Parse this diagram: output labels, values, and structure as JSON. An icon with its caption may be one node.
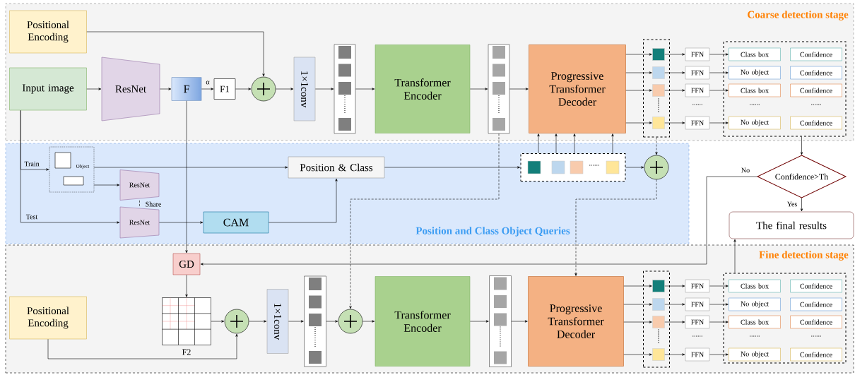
{
  "diagram": {
    "nodes": [
      {
        "text": [
          "Coarse detection stage"
        ]
      },
      {
        "text": [
          "Positional Encoding"
        ],
        "in": 0
      },
      {
        "text": [
          "Input image"
        ],
        "in": 0
      },
      {
        "text": [
          "ResNet"
        ],
        "in": 0
      },
      {
        "text": [
          "F"
        ],
        "in": 0
      },
      {
        "text": [
          "F1"
        ],
        "in": 0
      },
      {
        "text": [],
        "shape": "circle",
        "in": 0
      },
      {
        "text": [
          "1×1conv"
        ],
        "in": 0
      },
      {
        "text": [],
        "shape": "box",
        "in": 0
      },
      {
        "text": [
          "Transformer Encoder"
        ],
        "in": 0
      },
      {
        "text": [],
        "shape": "box",
        "in": 0
      },
      {
        "text": [
          "Progressive Transformer Decoder"
        ],
        "in": 0
      },
      {
        "text": [],
        "shape": "box",
        "in": 0
      },
      {
        "text": [],
        "shape": "box",
        "in": 12
      },
      {
        "text": [],
        "shape": "box",
        "in": 12
      },
      {
        "text": [],
        "shape": "box",
        "in": 12
      },
      {
        "text": [],
        "shape": "box",
        "in": 12
      },
      {
        "text": [
          "FFN"
        ],
        "in": 0
      },
      {
        "text": [
          "FFN"
        ],
        "in": 0
      },
      {
        "text": [
          "FFN"
        ],
        "in": 0
      },
      {
        "text": [
          "FFN"
        ],
        "in": 0
      },
      {
        "text": [],
        "shape": "box",
        "in": 0
      },
      {
        "text": [
          "Class box"
        ],
        "in": 21
      },
      {
        "text": [
          "Confidence"
        ],
        "in": 21
      },
      {
        "text": [
          "No object"
        ],
        "in": 21
      },
      {
        "text": [
          "Confidence"
        ],
        "in": 21
      },
      {
        "text": [
          "Class box"
        ],
        "in": 21
      },
      {
        "text": [
          "Confidence"
        ],
        "in": 21
      },
      {
        "text": [
          "No object"
        ],
        "in": 21
      },
      {
        "text": [
          "Confidence"
        ],
        "in": 21
      },
      {
        "text": [
          "Position and Class Object Queries"
        ]
      },
      {
        "text": [
          "Object"
        ],
        "in": 30
      },
      {
        "text": [
          "ResNet"
        ],
        "in": 30
      },
      {
        "text": [
          "ResNet"
        ],
        "in": 30
      },
      {
        "text": [
          "CAM"
        ],
        "in": 30
      },
      {
        "text": [
          "Position & Class"
        ],
        "in": 30
      },
      {
        "text": [],
        "shape": "box",
        "in": 30
      },
      {
        "text": [],
        "shape": "box",
        "in": 36
      },
      {
        "text": [],
        "shape": "box",
        "in": 36
      },
      {
        "text": [],
        "shape": "box",
        "in": 36
      },
      {
        "text": [],
        "shape": "box",
        "in": 36
      },
      {
        "text": [],
        "shape": "circle",
        "in": 30
      },
      {
        "text": [
          "Confidence>Th"
        ]
      },
      {
        "text": [
          "The final results"
        ]
      },
      {
        "text": [
          "Fine detection stage"
        ]
      },
      {
        "text": [
          "GD"
        ],
        "in": 44
      },
      {
        "text": [
          "Positional Encoding"
        ],
        "in": 44
      },
      {
        "text": [],
        "shape": "box",
        "in": 44,
        "beside": [
          "F2"
        ]
      },
      {
        "text": [],
        "shape": "circle",
        "in": 44
      },
      {
        "text": [
          "1×1conv"
        ],
        "in": 44
      },
      {
        "text": [],
        "shape": "box",
        "in": 44
      },
      {
        "text": [],
        "shape": "circle",
        "in": 44
      },
      {
        "text": [
          "Transformer Encoder"
        ],
        "in": 44
      },
      {
        "text": [],
        "shape": "box",
        "in": 44
      },
      {
        "text": [
          "Progressive Transformer Decoder"
        ],
        "in": 44
      },
      {
        "text": [],
        "shape": "box",
        "in": 44
      },
      {
        "text": [],
        "shape": "box",
        "in": 55
      },
      {
        "text": [],
        "shape": "box",
        "in": 55
      },
      {
        "text": [],
        "shape": "box",
        "in": 55
      },
      {
        "text": [],
        "shape": "box",
        "in": 55
      },
      {
        "text": [
          "FFN"
        ],
        "in": 44
      },
      {
        "text": [
          "FFN"
        ],
        "in": 44
      },
      {
        "text": [
          "FFN"
        ],
        "in": 44
      },
      {
        "text": [
          "FFN"
        ],
        "in": 44
      },
      {
        "text": [],
        "shape": "box",
        "in": 44
      },
      {
        "text": [
          "Class box"
        ],
        "in": 64
      },
      {
        "text": [
          "Confidence"
        ],
        "in": 64
      },
      {
        "text": [
          "No object"
        ],
        "in": 64
      },
      {
        "text": [
          "Confidence"
        ],
        "in": 64
      },
      {
        "text": [
          "Class box"
        ],
        "in": 64
      },
      {
        "text": [
          "Confidence"
        ],
        "in": 64
      },
      {
        "text": [
          "No object"
        ],
        "in": 64
      },
      {
        "text": [
          "Confidence"
        ],
        "in": 64
      }
    ],
    "edges": [
      {
        "from": 1,
        "to": 6,
        "arrow": "to"
      },
      {
        "from": 2,
        "to": 3,
        "arrow": "to"
      },
      {
        "from": 3,
        "to": 4,
        "arrow": "to"
      },
      {
        "from": 4,
        "to": 5,
        "arrow": "to",
        "label": "α"
      },
      {
        "from": 5,
        "to": 6,
        "arrow": "to"
      },
      {
        "from": 6,
        "to": 7,
        "arrow": "to"
      },
      {
        "from": 7,
        "to": 8,
        "arrow": "to"
      },
      {
        "from": 8,
        "to": 9,
        "arrow": "to"
      },
      {
        "from": 9,
        "to": 10,
        "arrow": "to"
      },
      {
        "from": 10,
        "to": 11,
        "arrow": "to"
      },
      {
        "from": 11,
        "to": 13,
        "arrow": "to"
      },
      {
        "from": 11,
        "to": 14,
        "arrow": "to"
      },
      {
        "from": 11,
        "to": 15,
        "arrow": "to"
      },
      {
        "from": 11,
        "to": 16,
        "arrow": "to"
      },
      {
        "from": 13,
        "to": 17,
        "arrow": "to"
      },
      {
        "from": 14,
        "to": 18,
        "arrow": "to"
      },
      {
        "from": 15,
        "to": 19,
        "arrow": "to"
      },
      {
        "from": 16,
        "to": 20,
        "arrow": "to"
      },
      {
        "from": 17,
        "to": 22,
        "arrow": "to"
      },
      {
        "from": 18,
        "to": 24,
        "arrow": "to"
      },
      {
        "from": 19,
        "to": 26,
        "arrow": "to"
      },
      {
        "from": 20,
        "to": 28,
        "arrow": "to"
      },
      {
        "from": 2,
        "to": 31,
        "arrow": "to",
        "label": "Train"
      },
      {
        "from": 2,
        "to": 33,
        "arrow": "to",
        "label": "Test"
      },
      {
        "from": 31,
        "to": 35,
        "arrow": "to"
      },
      {
        "from": 31,
        "to": 32,
        "arrow": "to"
      },
      {
        "from": 32,
        "to": 33,
        "arrow": "none",
        "style": "dashed",
        "label": "Share"
      },
      {
        "from": 33,
        "to": 34,
        "arrow": "to"
      },
      {
        "from": 34,
        "to": 35,
        "arrow": "to"
      },
      {
        "from": 35,
        "to": 36,
        "arrow": "to"
      },
      {
        "from": 36,
        "to": 11,
        "arrow": "to"
      },
      {
        "from": 36,
        "to": 11,
        "arrow": "to"
      },
      {
        "from": 36,
        "to": 11,
        "arrow": "to"
      },
      {
        "from": 36,
        "to": 11,
        "arrow": "to"
      },
      {
        "from": 36,
        "to": 41,
        "arrow": "to"
      },
      {
        "from": 12,
        "to": 41,
        "arrow": "to",
        "style": "dashed"
      },
      {
        "from": 41,
        "to": 54,
        "arrow": "to",
        "style": "dashed"
      },
      {
        "from": 10,
        "to": 51,
        "arrow": "to",
        "style": "dashed"
      },
      {
        "from": 21,
        "to": 42,
        "arrow": "to"
      },
      {
        "from": 42,
        "to": 43,
        "arrow": "to",
        "label": "Yes"
      },
      {
        "from": 42,
        "to": 45,
        "arrow": "to",
        "label": "No"
      },
      {
        "from": 64,
        "to": 43,
        "arrow": "to"
      },
      {
        "from": 4,
        "to": 45,
        "arrow": "to"
      },
      {
        "from": 45,
        "to": 47,
        "arrow": "to"
      },
      {
        "from": 47,
        "to": 48,
        "arrow": "to"
      },
      {
        "from": 46,
        "to": 48,
        "arrow": "to"
      },
      {
        "from": 48,
        "to": 49,
        "arrow": "to"
      },
      {
        "from": 49,
        "to": 50,
        "arrow": "to"
      },
      {
        "from": 50,
        "to": 51,
        "arrow": "to"
      },
      {
        "from": 51,
        "to": 52,
        "arrow": "to"
      },
      {
        "from": 52,
        "to": 53,
        "arrow": "to"
      },
      {
        "from": 53,
        "to": 54,
        "arrow": "to"
      },
      {
        "from": 54,
        "to": 56,
        "arrow": "to"
      },
      {
        "from": 54,
        "to": 57,
        "arrow": "to"
      },
      {
        "from": 54,
        "to": 58,
        "arrow": "to"
      },
      {
        "from": 54,
        "to": 59,
        "arrow": "to"
      },
      {
        "from": 56,
        "to": 60,
        "arrow": "to"
      },
      {
        "from": 57,
        "to": 61,
        "arrow": "to"
      },
      {
        "from": 58,
        "to": 62,
        "arrow": "to"
      },
      {
        "from": 59,
        "to": 63,
        "arrow": "to"
      },
      {
        "from": 60,
        "to": 65,
        "arrow": "to"
      },
      {
        "from": 61,
        "to": 67,
        "arrow": "to"
      },
      {
        "from": 62,
        "to": 69,
        "arrow": "to"
      },
      {
        "from": 63,
        "to": 71,
        "arrow": "to"
      }
    ],
    "labels": [
      "......",
      "......",
      "......",
      "......",
      "......",
      "......",
      "......"
    ]
  }
}
